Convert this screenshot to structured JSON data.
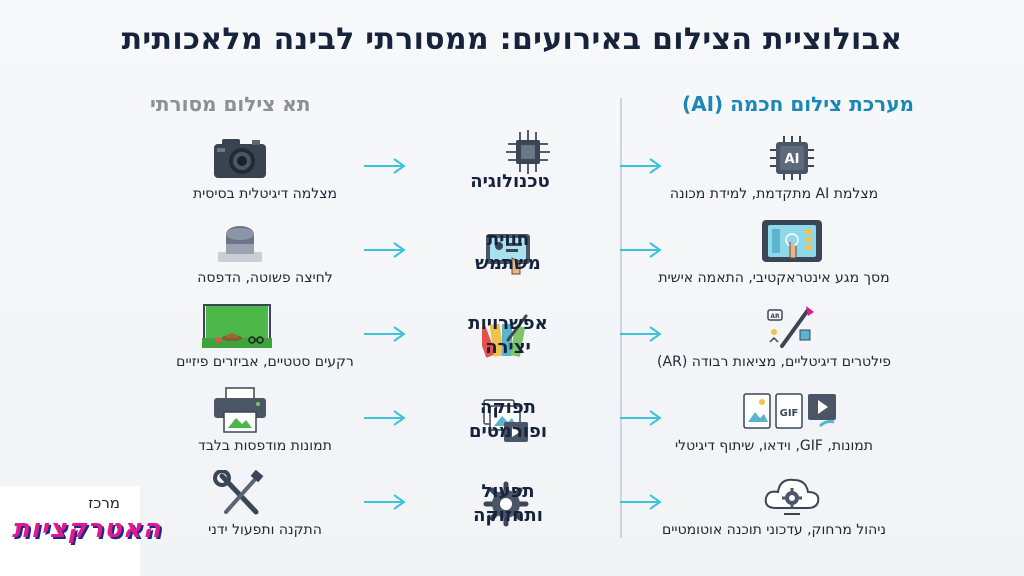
{
  "title": "אבולוציית הצילום באירועים: ממסורתי לבינה מלאכותית",
  "columns": {
    "ai_heading": "מערכת צילום חכמה (AI)",
    "traditional_heading": "תא צילום מסורתי"
  },
  "rows": [
    {
      "category": "טכנולוגיה",
      "category_icon": "chip-icon",
      "ai_label": "מצלמת AI מתקדמת, למידת מכונה",
      "ai_icon": "ai-chip-icon",
      "traditional_label": "מצלמה דיגיטלית בסיסית",
      "traditional_icon": "camera-icon"
    },
    {
      "category": "חווית משתמש",
      "category_icon": "touch-screen-icon",
      "ai_label": "מסך מגע אינטראקטיבי, התאמה אישית",
      "ai_icon": "tablet-touch-icon",
      "traditional_label": "לחיצה פשוטה, הדפסה",
      "traditional_icon": "push-button-icon"
    },
    {
      "category": "אפשרויות יצירה",
      "category_icon": "palette-icon",
      "ai_label": "פילטרים דיגיטליים, מציאות רבודה (AR)",
      "ai_icon": "brush-ar-icon",
      "traditional_label": "רקעים סטטיים, אביזרים פיזיים",
      "traditional_icon": "green-screen-icon"
    },
    {
      "category": "תפוקה ופורמטים",
      "category_icon": "media-files-icon",
      "ai_label": "תמונות, GIF, וידאו, שיתוף דיגיטלי",
      "ai_icon": "gif-video-icon",
      "traditional_label": "תמונות מודפסות בלבד",
      "traditional_icon": "printer-icon"
    },
    {
      "category": "תפעול ותחזוקה",
      "category_icon": "gear-icon",
      "ai_label": "ניהול מרחוק, עדכוני תוכנה אוטומטיים",
      "ai_icon": "cloud-gear-icon",
      "traditional_label": "התקנה ותפעול ידני",
      "traditional_icon": "tools-icon"
    }
  ],
  "logo": {
    "top_text": "מרכז",
    "main_text": "האטרקציות"
  },
  "colors": {
    "accent": "#1a87b8",
    "arrow": "#3fc1d9",
    "title": "#16233a",
    "muted": "#8a8f98"
  }
}
